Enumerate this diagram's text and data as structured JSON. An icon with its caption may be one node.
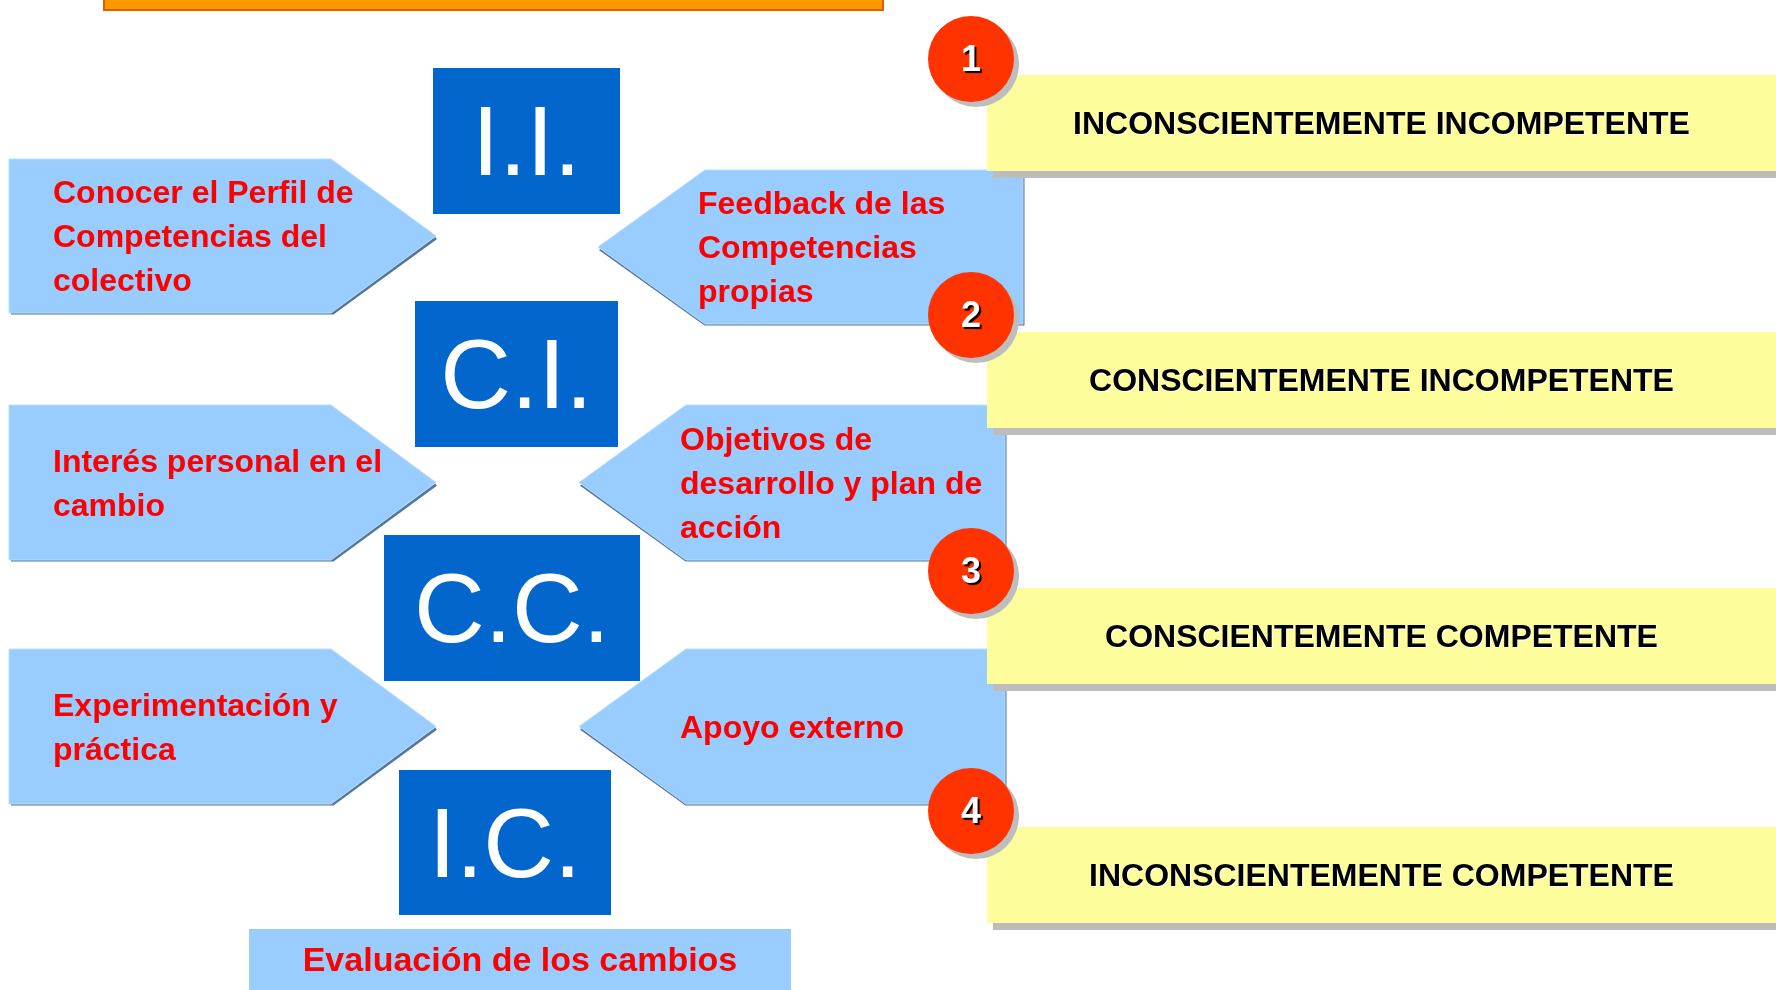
{
  "diagram": {
    "nodes": [
      {
        "text": [
          "1"
        ]
      },
      {
        "text": [
          "INCONSCIENTEMENTE INCOMPETENTE"
        ]
      },
      {
        "text": [
          "I.I."
        ]
      },
      {
        "text": [
          "Conocer el Perfil de Competencias del colectivo"
        ]
      },
      {
        "text": [
          "Feedback de las Competencias propias"
        ]
      },
      {
        "text": [
          "2"
        ]
      },
      {
        "text": [
          "C.I."
        ]
      },
      {
        "text": [
          "CONSCIENTEMENTE INCOMPETENTE"
        ]
      },
      {
        "text": [
          "Interés personal en el cambio"
        ]
      },
      {
        "text": [
          "Objetivos de desarrollo y plan de acción"
        ]
      },
      {
        "text": [
          "3"
        ]
      },
      {
        "text": [
          "C.C."
        ]
      },
      {
        "text": [
          "CONSCIENTEMENTE COMPETENTE"
        ]
      },
      {
        "text": [
          "Experimentación y práctica"
        ]
      },
      {
        "text": [
          "Apoyo externo"
        ]
      },
      {
        "text": [
          "4"
        ]
      },
      {
        "text": [
          "I.C."
        ]
      },
      {
        "text": [
          "INCONSCIENTEMENTE COMPETENTE"
        ]
      },
      {
        "text": [
          "Evaluación de los cambios"
        ]
      }
    ],
    "edges": []
  }
}
